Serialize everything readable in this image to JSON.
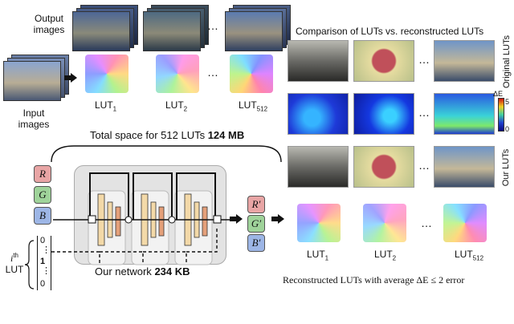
{
  "left": {
    "output_images_label": "Output images",
    "input_images_label": "Input images",
    "lut_labels": [
      {
        "base": "LUT",
        "sub": "1"
      },
      {
        "base": "LUT",
        "sub": "2"
      },
      {
        "base": "LUT",
        "sub": "512"
      }
    ],
    "ellipsis": "…",
    "total_space_text": "Total space for 512 LUTs",
    "total_space_value": "124 MB"
  },
  "network": {
    "inputs": [
      "R",
      "G",
      "B"
    ],
    "outputs": [
      "R′",
      "G′",
      "B′"
    ],
    "lut_index_label_sup": "th",
    "lut_index_label_i": "i",
    "lut_index_label": "LUT",
    "vector_entries": [
      "0",
      "⋮",
      "1",
      "⋮",
      "0"
    ],
    "caption_text": "Our network",
    "caption_value": "234 KB"
  },
  "right": {
    "comparison_title": "Comparison of LUTs vs. reconstructed LUTs",
    "row_labels": [
      "Original LUTs",
      "ΔE",
      "Our LUTs"
    ],
    "colorbar_label": "ΔE",
    "colorbar_ticks": [
      "5",
      "0"
    ],
    "lut_labels": [
      {
        "base": "LUT",
        "sub": "1"
      },
      {
        "base": "LUT",
        "sub": "2"
      },
      {
        "base": "LUT",
        "sub": "512"
      }
    ],
    "ellipsis": "…",
    "caption": "Reconstructed LUTs with average ΔE ≤ 2 error"
  },
  "colors": {
    "r_box": "#e8a5a5",
    "g_box": "#9fd39a",
    "b_box": "#9db6e6",
    "network_panel": "#e3e3e3",
    "layer_bar": "#f3d9a8",
    "layer_bar_accent": "#e4a07a"
  },
  "icons": [
    "arrow-right-icon",
    "plus-node-icon",
    "colorbar-icon"
  ]
}
